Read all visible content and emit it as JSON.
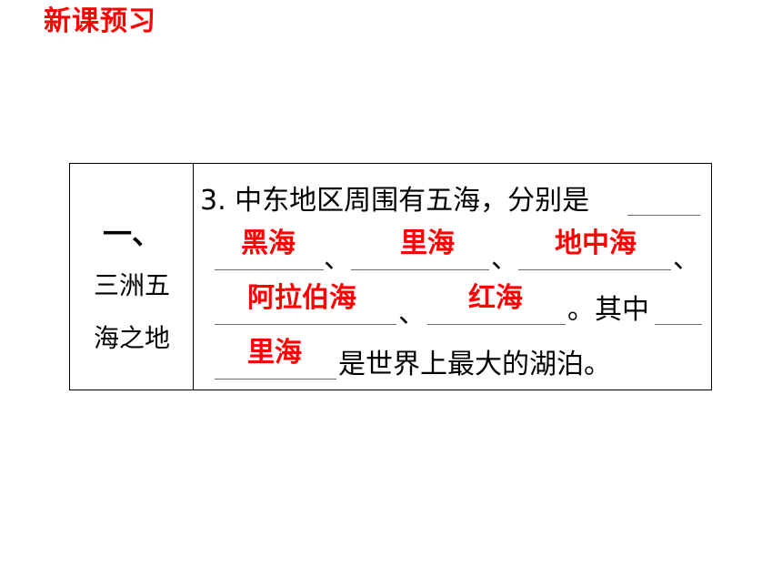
{
  "header": {
    "title": "新课预习"
  },
  "left_cell": {
    "number": "一、",
    "line1": "三洲五",
    "line2": "海之地"
  },
  "question": {
    "prefix": "3. 中东地区周围有五海，分别是",
    "separator": "、",
    "middle_text": "。其中",
    "suffix": "是世界上最大的湖泊。"
  },
  "answers": {
    "a1": "黑海",
    "a2": "里海",
    "a3": "地中海",
    "a4": "阿拉伯海",
    "a5": "红海",
    "a6": "里海"
  },
  "colors": {
    "accent": "#ff0000",
    "text": "#000000"
  }
}
